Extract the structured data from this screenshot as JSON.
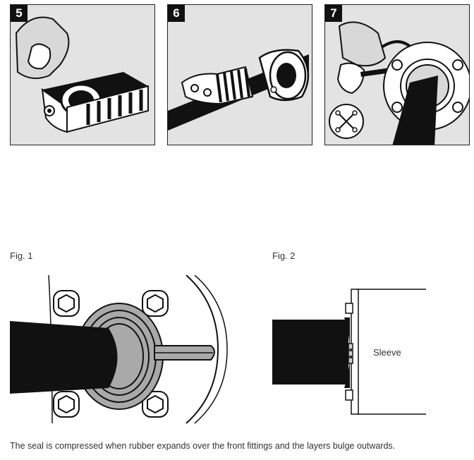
{
  "steps": [
    {
      "number": "5"
    },
    {
      "number": "6"
    },
    {
      "number": "7"
    }
  ],
  "figures": [
    {
      "label": "Fig. 1"
    },
    {
      "label": "Fig. 2",
      "sleeve_label": "Sleeve"
    }
  ],
  "caption": "The seal is compressed when rubber expands over the front fittings and the layers bulge outwards."
}
